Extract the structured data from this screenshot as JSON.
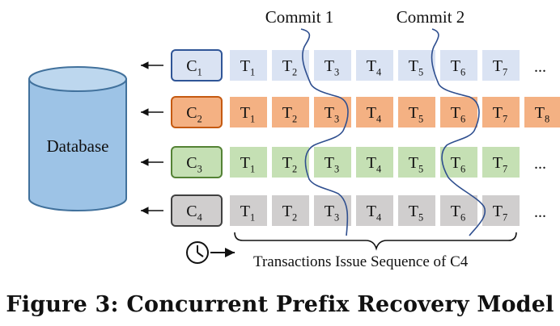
{
  "database": {
    "label": "Database"
  },
  "commit_labels": [
    "Commit 1",
    "Commit 2"
  ],
  "rows": [
    {
      "client": {
        "base": "C",
        "sub": "1"
      },
      "fill": "#dae3f3",
      "client_fill": "#dae3f3",
      "client_stroke": "#2f5597",
      "tx": [
        [
          "T",
          "1"
        ],
        [
          "T",
          "2"
        ],
        [
          "T",
          "3"
        ],
        [
          "T",
          "4"
        ],
        [
          "T",
          "5"
        ],
        [
          "T",
          "6"
        ],
        [
          "T",
          "7"
        ]
      ],
      "extra": "..."
    },
    {
      "client": {
        "base": "C",
        "sub": "2"
      },
      "fill": "#f4b183",
      "client_fill": "#f4b183",
      "client_stroke": "#c55a11",
      "tx": [
        [
          "T",
          "1"
        ],
        [
          "T",
          "2"
        ],
        [
          "T",
          "3"
        ],
        [
          "T",
          "4"
        ],
        [
          "T",
          "5"
        ],
        [
          "T",
          "6"
        ],
        [
          "T",
          "7"
        ],
        [
          "T",
          "8"
        ]
      ],
      "extra": ""
    },
    {
      "client": {
        "base": "C",
        "sub": "3"
      },
      "fill": "#c5e0b4",
      "client_fill": "#c5e0b4",
      "client_stroke": "#548235",
      "tx": [
        [
          "T",
          "1"
        ],
        [
          "T",
          "2"
        ],
        [
          "T",
          "3"
        ],
        [
          "T",
          "4"
        ],
        [
          "T",
          "5"
        ],
        [
          "T",
          "6"
        ],
        [
          "T",
          "7"
        ]
      ],
      "extra": "..."
    },
    {
      "client": {
        "base": "C",
        "sub": "4"
      },
      "fill": "#d0cece",
      "client_fill": "#d0cece",
      "client_stroke": "#404040",
      "tx": [
        [
          "T",
          "1"
        ],
        [
          "T",
          "2"
        ],
        [
          "T",
          "3"
        ],
        [
          "T",
          "4"
        ],
        [
          "T",
          "5"
        ],
        [
          "T",
          "6"
        ],
        [
          "T",
          "7"
        ]
      ],
      "extra": "..."
    }
  ],
  "sequence_label": "Transactions Issue Sequence of C4",
  "clock_icon": "clock-icon",
  "caption": "Figure 3: Concurrent Prefix Recovery Model",
  "colors": {
    "db_fill": "#9dc3e6",
    "db_top": "#bdd7ee",
    "db_stroke": "#41719c",
    "commit_line": "#2f4f8f"
  }
}
